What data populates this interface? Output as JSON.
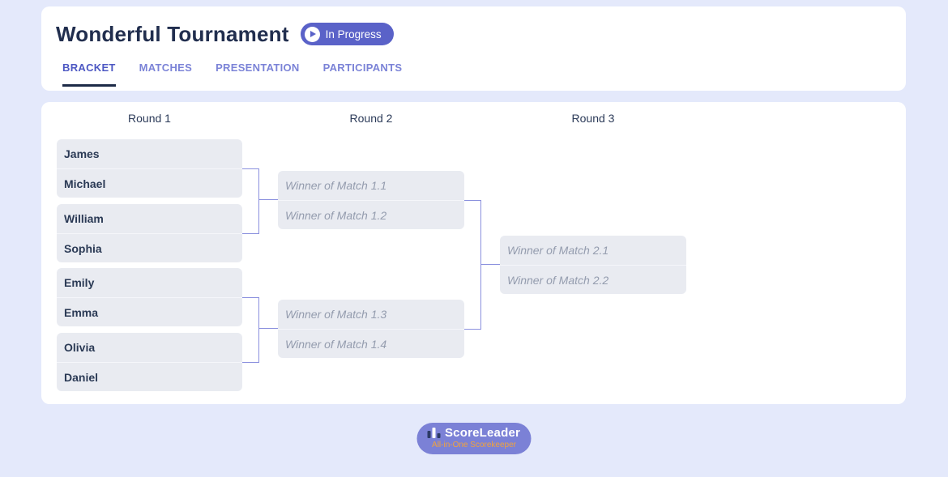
{
  "header": {
    "title": "Wonderful Tournament",
    "status": {
      "label": "In Progress",
      "icon": "play-icon"
    },
    "tabs": [
      {
        "label": "BRACKET",
        "active": true
      },
      {
        "label": "MATCHES",
        "active": false
      },
      {
        "label": "PRESENTATION",
        "active": false
      },
      {
        "label": "PARTICIPANTS",
        "active": false
      }
    ]
  },
  "bracket": {
    "round_headers": [
      "Round 1",
      "Round 2",
      "Round 3"
    ],
    "rounds": [
      {
        "name": "Round 1",
        "matches": [
          {
            "slots": [
              "James",
              "Michael"
            ],
            "placeholder": false
          },
          {
            "slots": [
              "William",
              "Sophia"
            ],
            "placeholder": false
          },
          {
            "slots": [
              "Emily",
              "Emma"
            ],
            "placeholder": false
          },
          {
            "slots": [
              "Olivia",
              "Daniel"
            ],
            "placeholder": false
          }
        ]
      },
      {
        "name": "Round 2",
        "matches": [
          {
            "slots": [
              "Winner of Match 1.1",
              "Winner of Match 1.2"
            ],
            "placeholder": true
          },
          {
            "slots": [
              "Winner of Match 1.3",
              "Winner of Match 1.4"
            ],
            "placeholder": true
          }
        ]
      },
      {
        "name": "Round 3",
        "matches": [
          {
            "slots": [
              "Winner of Match 2.1",
              "Winner of Match 2.2"
            ],
            "placeholder": true
          }
        ]
      }
    ]
  },
  "footer": {
    "brand": "ScoreLeader",
    "tagline": "All-in-One Scorekeeper",
    "icon": "bar-chart-icon"
  },
  "colors": {
    "page_bg": "#e4e9fb",
    "card_bg": "#ffffff",
    "slot_bg": "#e9ebf1",
    "accent_indigo": "#5a62c8",
    "tab_active": "#4d58c3",
    "tab_inactive": "#7b83d7",
    "tab_underline": "#1d2b47",
    "connector": "#8a90de",
    "name_text": "#2b3a55",
    "placeholder_text": "#949cae",
    "logo_pill": "#7b81d6",
    "tagline_orange": "#f2a33c"
  }
}
